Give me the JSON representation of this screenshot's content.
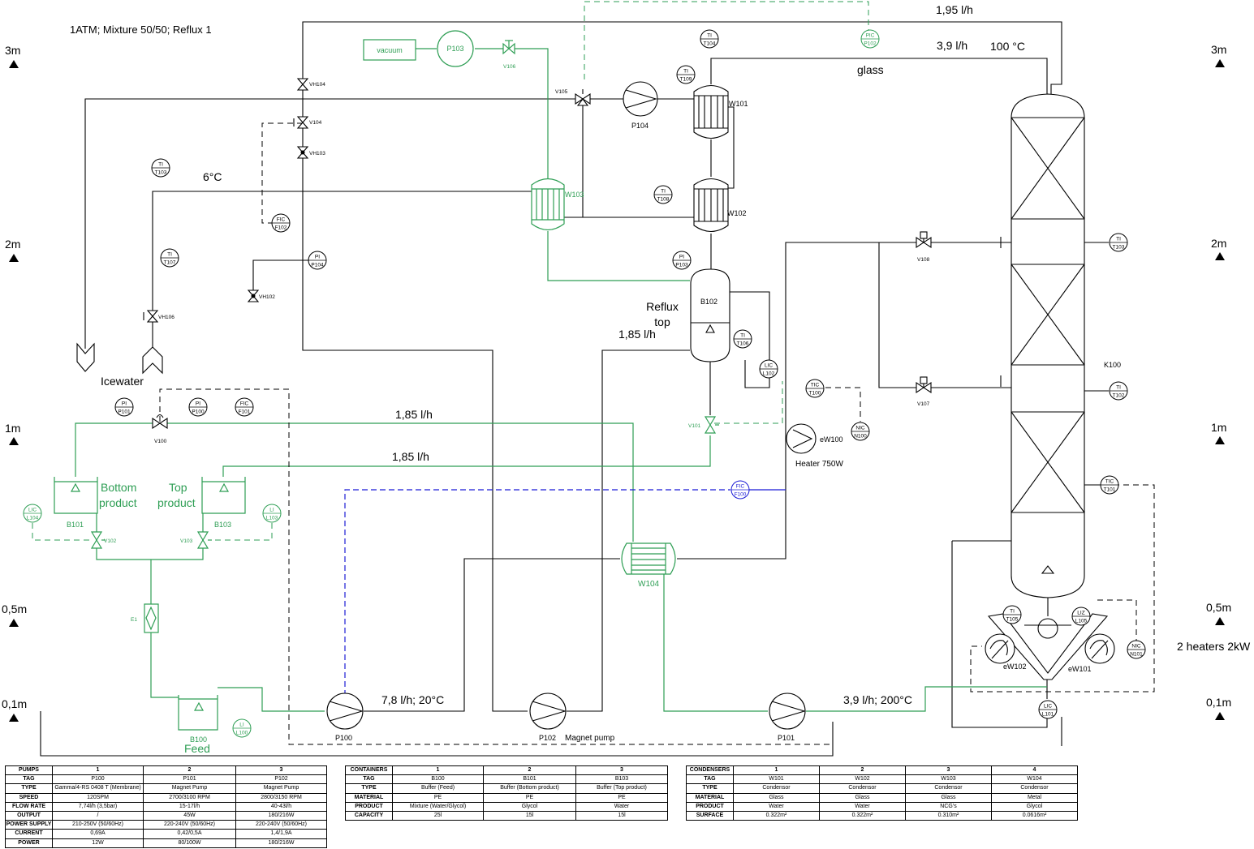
{
  "title": "1ATM; Mixture 50/50; Reflux 1",
  "levels": [
    "3m",
    "2m",
    "1m",
    "0,5m",
    "0,1m"
  ],
  "annotations": {
    "f_195": "1,95 l/h",
    "f_39": "3,9 l/h",
    "temp_100": "100 °C",
    "glass": "glass",
    "temp_6": "6°C",
    "icewater": "Icewater",
    "reflux_top": [
      "Reflux",
      "top"
    ],
    "f_185a": "1,85 l/h",
    "f_185b": "1,85 l/h",
    "f_185c": "1,85 l/h",
    "bottom_product": [
      "Bottom",
      "product"
    ],
    "top_product": [
      "Top",
      "product"
    ],
    "feed": "Feed",
    "f_78": "7,8 l/h; 20°C",
    "f_39_200": "3,9 l/h; 200°C",
    "magnet_pump": "Magnet pump",
    "heater_750": "Heater 750W",
    "heaters_2kw": "2 heaters 2kW"
  },
  "equipment": {
    "vacuum": "vacuum",
    "p103": "P103",
    "p104": "P104",
    "p100": "P100",
    "p101": "P101",
    "p102": "P102",
    "w101": "W101",
    "w102": "W102",
    "w103": "W103",
    "w104": "W104",
    "b100": "B100",
    "b101": "B101",
    "b102": "B102",
    "b103": "B103",
    "k100": "K100",
    "ew100": "eW100",
    "ew101": "eW101",
    "ew102": "eW102",
    "e1": "E1"
  },
  "valves": {
    "vh104": "VH104",
    "v104": "V104",
    "vh103": "VH103",
    "vh102": "VH102",
    "vh106": "VH106",
    "v105": "V105",
    "v106": "V106",
    "v100": "V100",
    "v101": "V101",
    "v102": "V102",
    "v103": "V103",
    "v107": "V107",
    "v108": "V108"
  },
  "instruments": [
    {
      "id": "ti_t104",
      "top": "TI",
      "bottom": "T104",
      "color": "black"
    },
    {
      "id": "pic_p102",
      "top": "PIC",
      "bottom": "P102",
      "color": "green"
    },
    {
      "id": "ti_t109",
      "top": "TI",
      "bottom": "T109",
      "color": "black"
    },
    {
      "id": "ti_t103",
      "top": "TI",
      "bottom": "T103",
      "color": "black"
    },
    {
      "id": "ti_t108",
      "top": "TI",
      "bottom": "T108",
      "color": "black"
    },
    {
      "id": "fic_f102",
      "top": "FIC",
      "bottom": "F102",
      "color": "black"
    },
    {
      "id": "ti_t107",
      "top": "TI",
      "bottom": "T107",
      "color": "black"
    },
    {
      "id": "pi_p104",
      "top": "PI",
      "bottom": "P104",
      "color": "black"
    },
    {
      "id": "pi_p103",
      "top": "PI",
      "bottom": "P103",
      "color": "black"
    },
    {
      "id": "ti_t106",
      "top": "TI",
      "bottom": "T106",
      "color": "black"
    },
    {
      "id": "lic_l102",
      "top": "LIC",
      "bottom": "L102",
      "color": "black"
    },
    {
      "id": "tic_t100",
      "top": "TIC",
      "bottom": "T100",
      "color": "black"
    },
    {
      "id": "nic_n100",
      "top": "NIC",
      "bottom": "N100",
      "color": "black"
    },
    {
      "id": "pi_p101",
      "top": "PI",
      "bottom": "P101",
      "color": "black"
    },
    {
      "id": "pi_p100",
      "top": "PI",
      "bottom": "P100",
      "color": "black"
    },
    {
      "id": "fic_f101",
      "top": "FIC",
      "bottom": "F101",
      "color": "black"
    },
    {
      "id": "lic_l104",
      "top": "LIC",
      "bottom": "L104",
      "color": "green"
    },
    {
      "id": "li_l103",
      "top": "LI",
      "bottom": "L103",
      "color": "green"
    },
    {
      "id": "fic_f100",
      "top": "FIC",
      "bottom": "F100",
      "color": "blue"
    },
    {
      "id": "li_l100",
      "top": "LI",
      "bottom": "L100",
      "color": "green"
    },
    {
      "id": "ti_t103b",
      "top": "TI",
      "bottom": "T103",
      "color": "black"
    },
    {
      "id": "ti_t102",
      "top": "TI",
      "bottom": "T102",
      "color": "black"
    },
    {
      "id": "tic_t101",
      "top": "TIC",
      "bottom": "T101",
      "color": "black"
    },
    {
      "id": "ti_t105",
      "top": "TI",
      "bottom": "T105",
      "color": "black"
    },
    {
      "id": "liz_l105",
      "top": "LIZ",
      "bottom": "L105",
      "color": "black"
    },
    {
      "id": "nic_n101",
      "top": "NIC",
      "bottom": "N101",
      "color": "black"
    },
    {
      "id": "lic_l101",
      "top": "LIC",
      "bottom": "L101",
      "color": "black"
    }
  ],
  "tables": {
    "pumps": {
      "header": [
        "PUMPS",
        "1",
        "2",
        "3"
      ],
      "rows": [
        [
          "TAG",
          "P100",
          "P101",
          "P102"
        ],
        [
          "TYPE",
          "Gamma/4-RS 0408 T (Membrane)",
          "Magnet Pump",
          "Magnet Pump"
        ],
        [
          "SPEED",
          "120SPM",
          "2700/3100 RPM",
          "2800/3150 RPM"
        ],
        [
          "FLOW RATE",
          "7,74l/h (3,5bar)",
          "15-17l/h",
          "40-43l/h"
        ],
        [
          "OUTPUT",
          "/",
          "45W",
          "180/216W"
        ],
        [
          "POWER SUPPLY",
          "210-250V (50/60Hz)",
          "220-240V (50/60Hz)",
          "220-240V (50/60Hz)"
        ],
        [
          "CURRENT",
          "0,69A",
          "0,42/0,5A",
          "1,4/1,9A"
        ],
        [
          "POWER",
          "12W",
          "80/100W",
          "180/216W"
        ]
      ]
    },
    "containers": {
      "header": [
        "CONTAINERS",
        "1",
        "2",
        "3"
      ],
      "rows": [
        [
          "TAG",
          "B100",
          "B101",
          "B103"
        ],
        [
          "TYPE",
          "Buffer (Feed)",
          "Buffer (Bottom product)",
          "Buffer (Top product)"
        ],
        [
          "MATERIAL",
          "PE",
          "PE",
          "PE"
        ],
        [
          "PRODUCT",
          "Mixture (Water/Glycol)",
          "Glycol",
          "Water"
        ],
        [
          "CAPACITY",
          "25l",
          "15l",
          "15l"
        ]
      ]
    },
    "condensers": {
      "header": [
        "CONDENSERS",
        "1",
        "2",
        "3",
        "4"
      ],
      "rows": [
        [
          "TAG",
          "W101",
          "W102",
          "W103",
          "W104"
        ],
        [
          "TYPE",
          "Condensor",
          "Condensor",
          "Condensor",
          "Condensor"
        ],
        [
          "MATERIAL",
          "Glass",
          "Glass",
          "Glass",
          "Metal"
        ],
        [
          "PRODUCT",
          "Water",
          "Water",
          "NCG's",
          "Glycol"
        ],
        [
          "SURFACE",
          "0.322m²",
          "0.322m²",
          "0.310m²",
          "0.0616m²"
        ]
      ]
    }
  }
}
